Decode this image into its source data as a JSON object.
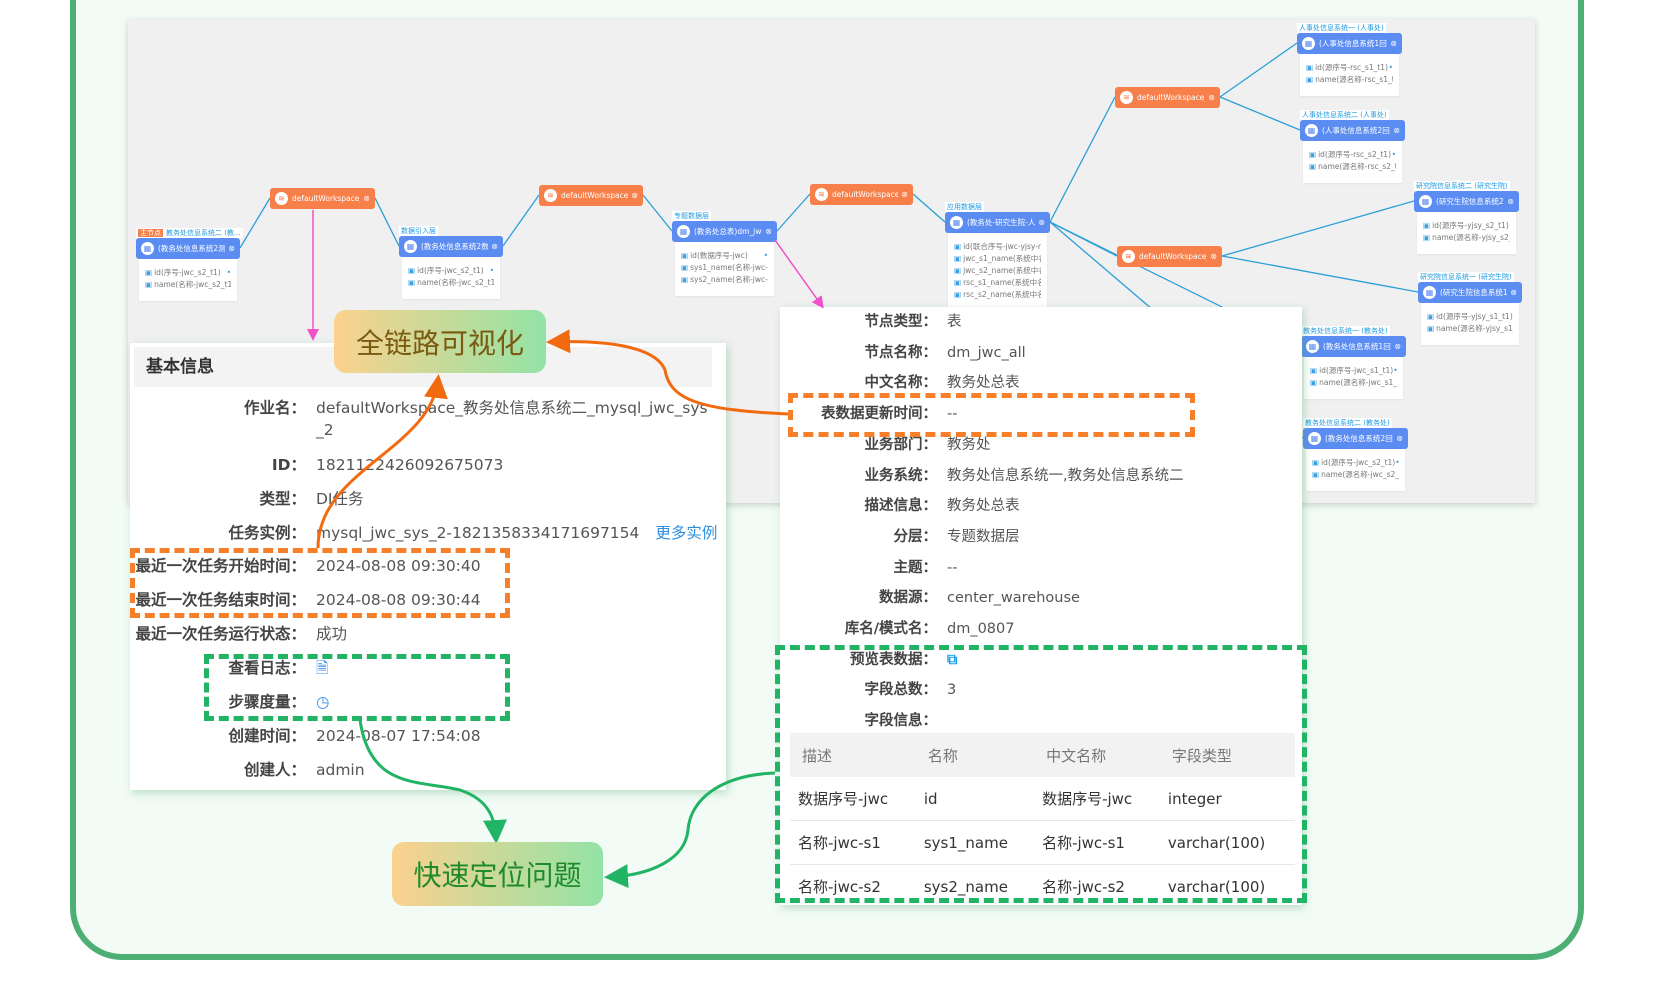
{
  "lineage": {
    "nodes": [
      {
        "id": "n1",
        "kind": "table",
        "title": "(教务处信息系统2测试...",
        "tag": "主节点",
        "layer": "教务处信息系统二 (教...",
        "fields": [
          "id(序号-jwc_s2_t1)",
          "name(名称-jwc_s2_t1)"
        ]
      },
      {
        "id": "n2",
        "kind": "job",
        "title": "defaultWorkspace_..."
      },
      {
        "id": "n3",
        "kind": "table",
        "title": "(教务处信息系统2数仓...",
        "layer": "数据引入层",
        "fields": [
          "id(序号-jwc_s2_t1)",
          "name(名称-jwc_s2_t1)"
        ]
      },
      {
        "id": "n4",
        "kind": "job",
        "title": "defaultWorkspace_j..."
      },
      {
        "id": "n5",
        "kind": "table",
        "title": "(教务处总表)dm_jwc_...",
        "layer": "专题数据层",
        "fields": [
          "id(数据序号-jwc)",
          "sys1_name(名称-jwc-s1)",
          "sys2_name(名称-jwc-s2)"
        ]
      },
      {
        "id": "n6",
        "kind": "job",
        "title": "defaultWorkspace_j..."
      },
      {
        "id": "n7",
        "kind": "table",
        "title": "(教务处-研究生院-人...",
        "layer": "应用数据层",
        "fields": [
          "id(联合序号-jwc-yjsy-rsc)",
          "jwc_s1_name(系统中名称...",
          "jwc_s2_name(系统中名称...",
          "rsc_s1_name(系统中名称...",
          "rsc_s2_name(系统中名称..."
        ]
      },
      {
        "id": "n8",
        "kind": "job",
        "title": "defaultWorkspace_A..."
      },
      {
        "id": "n9",
        "kind": "table",
        "title": "(人事处信息系统1回流...",
        "layer": "人事处信息系统一 (人事处)",
        "fields": [
          "id(源序号-rsc_s1_t1)",
          "name(源名称-rsc_s1_t1)"
        ]
      },
      {
        "id": "n10",
        "kind": "table",
        "title": "(人事处信息系统2回流...",
        "layer": "人事处信息系统二 (人事处)",
        "fields": [
          "id(源序号-rsc_s2_t1)",
          "name(源名称-rsc_s2_t1)"
        ]
      },
      {
        "id": "n11",
        "kind": "job",
        "title": "defaultWorkspace_A..."
      },
      {
        "id": "n12",
        "kind": "table",
        "title": "(研究生院信息系统2回...",
        "layer": "研究院信息系统二 (研究生院)",
        "fields": [
          "id(源序号-yjsy_s2_t1)",
          "name(源名称-yjsy_s2_t1)"
        ]
      },
      {
        "id": "n13",
        "kind": "table",
        "title": "(研究生院信息系统1回...",
        "layer": "研究院信息系统一 (研究生院)",
        "fields": [
          "id(源序号-yjsy_s1_t1)",
          "name(源名称-yjsy_s1_t1)"
        ]
      },
      {
        "id": "n14",
        "kind": "table",
        "title": "(教务处信息系统1回流...",
        "layer": "教务处信息系统一 (教务处)",
        "fields": [
          "id(源序号-jwc_s1_t1)",
          "name(源名称-jwc_s1_t1)"
        ]
      },
      {
        "id": "n15",
        "kind": "table",
        "title": "(教务处信息系统2回流...",
        "layer": "教务处信息系统二 (教务处)",
        "fields": [
          "id(源序号-jwc_s2_t1)",
          "name(源名称-jwc_s2_t1)"
        ]
      }
    ]
  },
  "basic_info": {
    "title": "基本信息",
    "rows": [
      {
        "label": "作业名：",
        "value": "defaultWorkspace_教务处信息系统二_mysql_jwc_sys",
        "value2": "_2"
      },
      {
        "label": "ID：",
        "value": "1821122426092675073"
      },
      {
        "label": "类型：",
        "value": "DI任务"
      },
      {
        "label": "任务实例：",
        "value": "mysql_jwc_sys_2-1821358334171697154",
        "link": "更多实例"
      },
      {
        "label": "最近一次任务开始时间：",
        "value": "2024-08-08 09:30:40"
      },
      {
        "label": "最近一次任务结束时间：",
        "value": "2024-08-08 09:30:44"
      },
      {
        "label": "最近一次任务运行状态：",
        "value": "成功"
      },
      {
        "label": "查看日志：",
        "icon": "document-icon"
      },
      {
        "label": "步骤度量：",
        "icon": "pie-chart-icon"
      },
      {
        "label": "创建时间：",
        "value": "2024-08-07 17:54:08"
      },
      {
        "label": "创建人：",
        "value": "admin"
      }
    ]
  },
  "node_info": {
    "rows": [
      {
        "label": "节点类型：",
        "value": "表"
      },
      {
        "label": "节点名称：",
        "value": "dm_jwc_all"
      },
      {
        "label": "中文名称：",
        "value": "教务处总表"
      },
      {
        "label": "表数据更新时间：",
        "value": "--"
      },
      {
        "label": "业务部门：",
        "value": "教务处"
      },
      {
        "label": "业务系统：",
        "value": "教务处信息系统一,教务处信息系统二"
      },
      {
        "label": "描述信息：",
        "value": "教务处总表"
      },
      {
        "label": "分层：",
        "value": "专题数据层"
      },
      {
        "label": "主题：",
        "value": "--"
      },
      {
        "label": "数据源：",
        "value": "center_warehouse"
      },
      {
        "label": "库名/模式名：",
        "value": "dm_0807"
      },
      {
        "label": "预览表数据：",
        "icon": "preview-search-icon"
      },
      {
        "label": "字段总数：",
        "value": "3"
      },
      {
        "label": "字段信息：",
        "value": ""
      }
    ],
    "table": {
      "columns": [
        "描述",
        "名称",
        "中文名称",
        "字段类型"
      ],
      "rows": [
        [
          "数据序号-jwc",
          "id",
          "数据序号-jwc",
          "integer"
        ],
        [
          "名称-jwc-s1",
          "sys1_name",
          "名称-jwc-s1",
          "varchar(100)"
        ],
        [
          "名称-jwc-s2",
          "sys2_name",
          "名称-jwc-s2",
          "varchar(100)"
        ]
      ]
    }
  },
  "callouts": {
    "lineage": "全链路可视化",
    "locate": "快速定位问题"
  },
  "colors": {
    "frame": "#4daf74",
    "job_node": "#f77f4a",
    "table_node": "#5b8cf2",
    "orange_highlight": "#f77f2a",
    "green_highlight": "#20b464",
    "link": "#2e8fe0",
    "edge": "#2a9fd8",
    "trace": "#f050c8"
  }
}
